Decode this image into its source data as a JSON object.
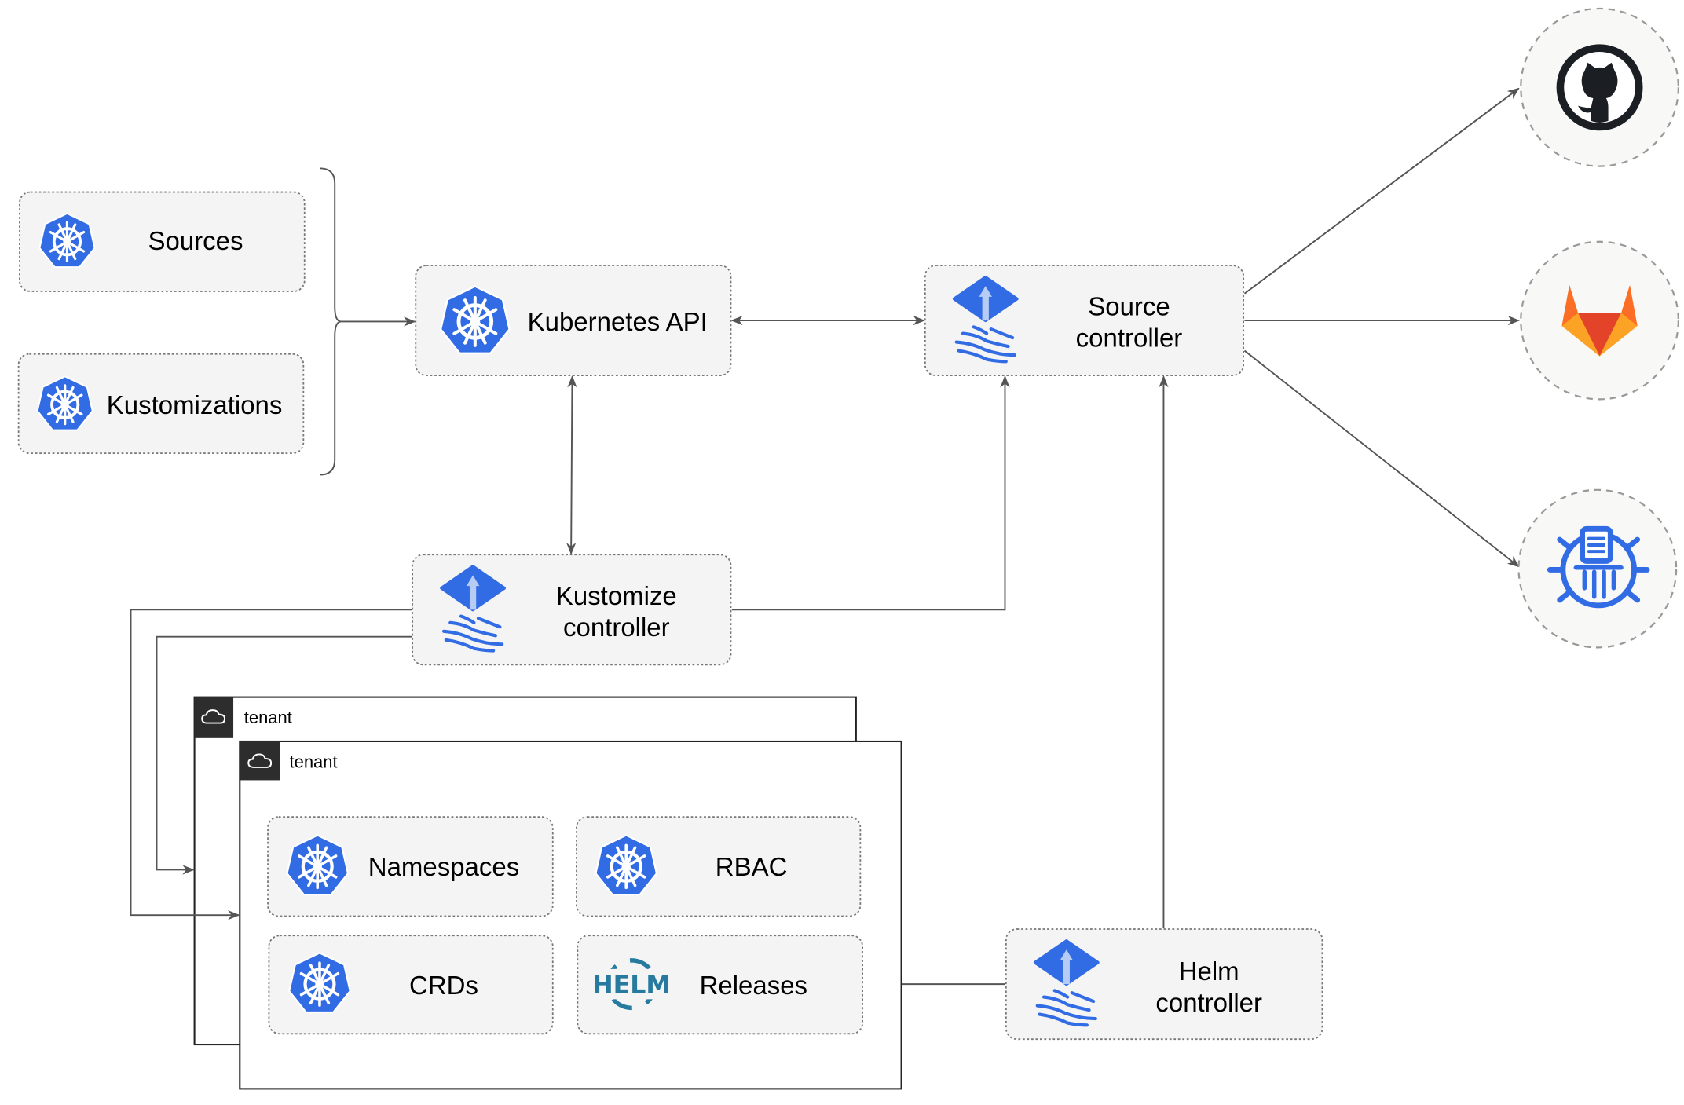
{
  "nodes": {
    "sources": "Sources",
    "kustomizations": "Kustomizations",
    "kubernetes_api": "Kubernetes API",
    "source_controller": [
      "Source",
      "controller"
    ],
    "kustomize_controller": [
      "Kustomize",
      "controller"
    ],
    "helm_controller": [
      "Helm",
      "controller"
    ],
    "namespaces": "Namespaces",
    "rbac": "RBAC",
    "crds": "CRDs",
    "releases": "Releases"
  },
  "tenants": [
    "tenant",
    "tenant"
  ],
  "helm_logo_text": "HELM",
  "external_sources": [
    "github-icon",
    "gitlab-icon",
    "bucket-icon"
  ],
  "colors": {
    "kubernetes_blue": "#326ce5",
    "flux_blue": "#326ce5",
    "helm_blue": "#277a9f",
    "gitlab_orange": "#fc6d26",
    "github_dark": "#1b1f23"
  }
}
